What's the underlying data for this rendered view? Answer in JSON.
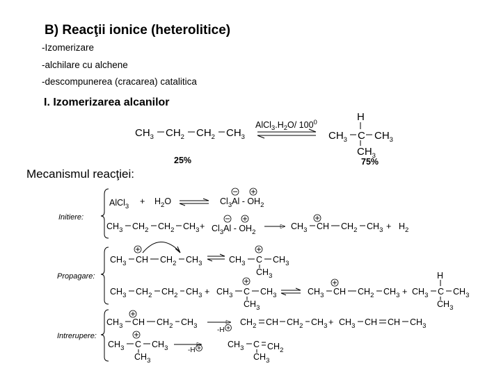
{
  "heading": {
    "title": "B) Reacţii ionice (heterolitice)",
    "items": [
      "-Izomerizare",
      "-alchilare cu alchene",
      "-descompunerea (cracarea) catalitica"
    ]
  },
  "section": {
    "title": "I. Izomerizarea alcanilor",
    "yield_reactant": "25%",
    "yield_product": "75%",
    "reactant_formula": "CH3—CH2—CH2—CH3",
    "catalyst_condition": "AlCl3.H2O/ 100 0",
    "product_formula": "CH3—CH(CH3)—CH3 (isobutane, H on central C)"
  },
  "mechanism": {
    "title": "Mecanismul reacţiei:",
    "stages": [
      "Initiere:",
      "Propagare:",
      "Intrerupere:"
    ],
    "initiation": [
      "AlCl3 + H2O ⇌ Cl3Al(−) - OH2(+)",
      "CH3—CH2—CH2—CH3 + Cl3Al(−) - OH2(+) → CH3—CH(+)—CH2—CH3 + H2"
    ],
    "propagation": [
      "CH3—CH(+)—CH2—CH3 ⇌ CH3—C(+)(CH3)—CH3",
      "CH3—CH2—CH2—CH3 + CH3—C(+)(CH3)—CH3 ⇌ CH3—CH(+)—CH2—CH3 + CH3—CH(CH3)—CH3"
    ],
    "termination": [
      "CH3—CH(+)—CH2—CH3 −H(+) → CH2=CH—CH2—CH3 + CH3—CH=CH—CH3",
      "CH3—C(+)(CH3)—CH3 −H(+) → CH3—C(CH3)=CH2"
    ]
  }
}
